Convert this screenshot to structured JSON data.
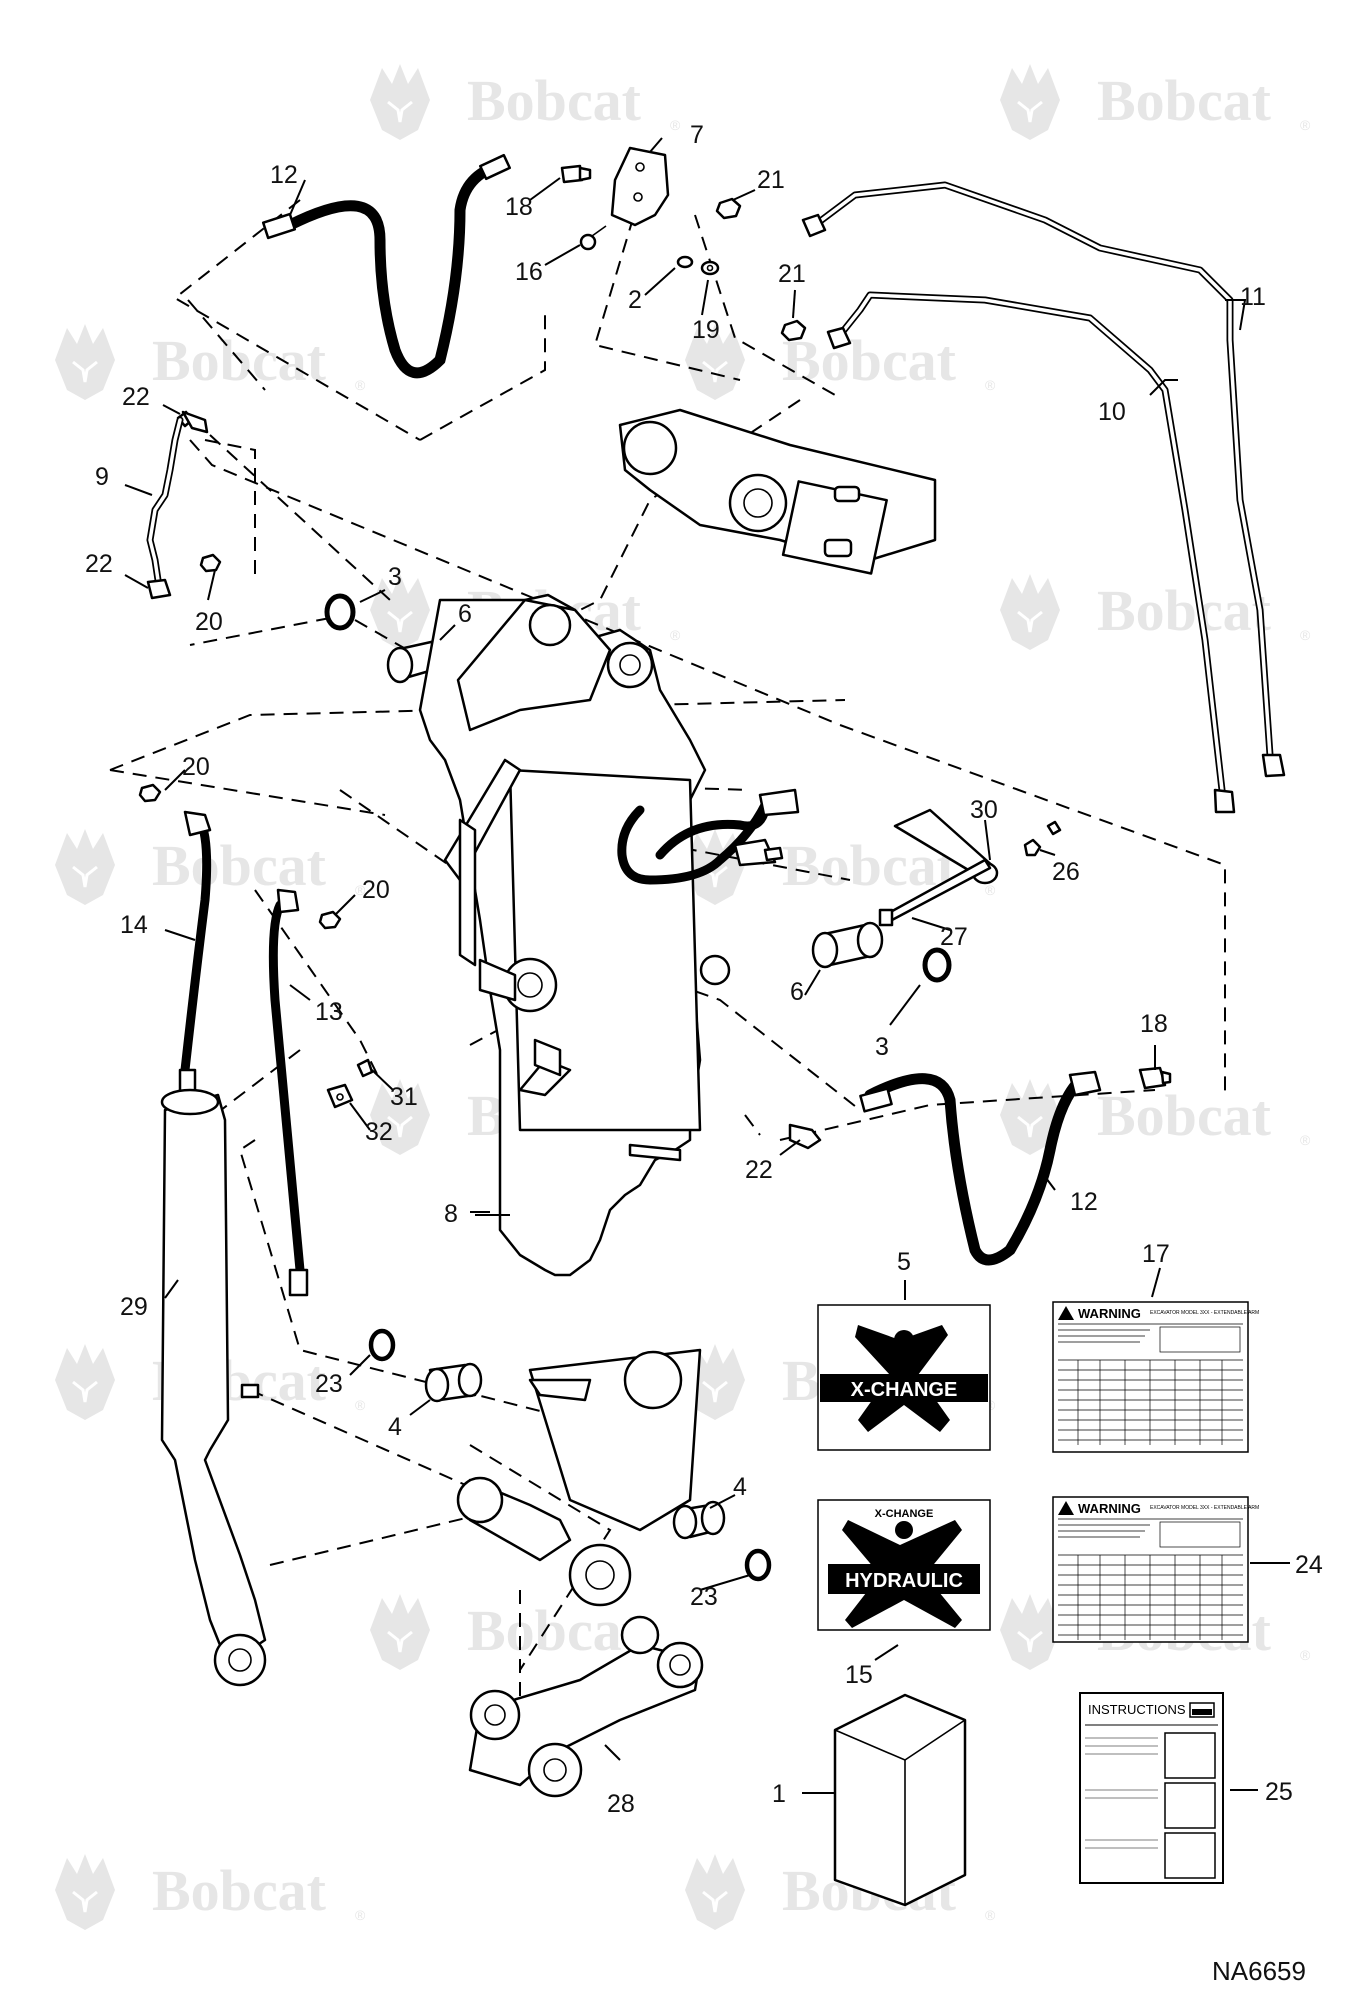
{
  "watermark": {
    "text": "Bobcat",
    "reg_mark": "®"
  },
  "callouts": {
    "c1": "1",
    "c2": "2",
    "c3a": "3",
    "c3b": "3",
    "c4a": "4",
    "c4b": "4",
    "c5": "5",
    "c6a": "6",
    "c6b": "6",
    "c7": "7",
    "c8": "8",
    "c9": "9",
    "c10": "10",
    "c11": "11",
    "c12a": "12",
    "c12b": "12",
    "c13": "13",
    "c14": "14",
    "c15": "15",
    "c16": "16",
    "c17": "17",
    "c18a": "18",
    "c18b": "18",
    "c19": "19",
    "c20a": "20",
    "c20b": "20",
    "c20c": "20",
    "c21a": "21",
    "c21b": "21",
    "c22a": "22",
    "c22b": "22",
    "c22c": "22",
    "c23a": "23",
    "c23b": "23",
    "c24": "24",
    "c25": "25",
    "c26": "26",
    "c27": "27",
    "c28": "28",
    "c29": "29",
    "c30": "30",
    "c31": "31",
    "c32": "32"
  },
  "decals": {
    "xchange_label": "X-CHANGE",
    "xchange_hydraulic_top": "X-CHANGE",
    "hydraulic_label": "HYDRAULIC",
    "warning_label": "WARNING",
    "warning_header": "EXCAVATOR MODEL 3XX - EXTENDABLE ARM",
    "instructions_label": "INSTRUCTIONS"
  },
  "figure_id": "NA6659"
}
